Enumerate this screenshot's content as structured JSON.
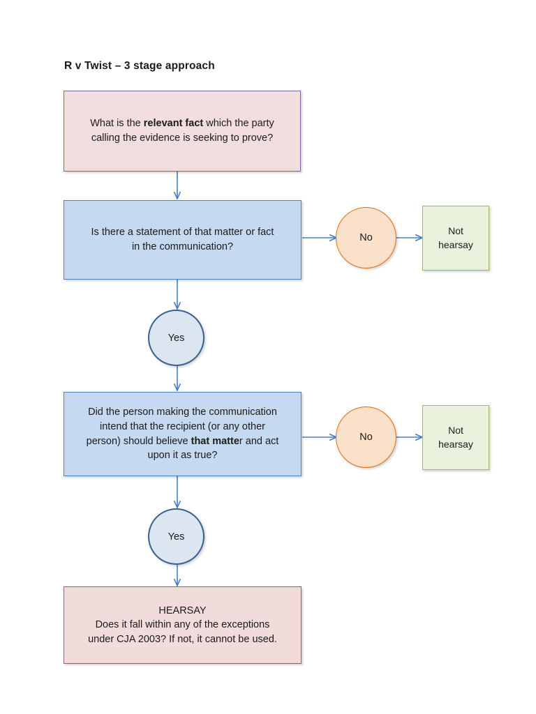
{
  "page": {
    "title": "R v Twist – 3 stage approach",
    "background_color": "#FFFFFF"
  },
  "colors": {
    "start_fill": "#F2DEDE",
    "start_border": "#8064A2",
    "question_fill": "#C5D9F1",
    "question_border": "#4F81BD",
    "hearsay_fill": "#F2DCDB",
    "hearsay_border": "#C0504D",
    "green_fill": "#EAF1DD",
    "green_border": "#9BBB59",
    "yes_fill": "#DCE6F1",
    "yes_border": "#376092",
    "no_fill": "#FBE0CA",
    "no_border": "#E36C0A",
    "connector": "#4A7EBB"
  },
  "nodes": {
    "start": {
      "line1_prefix": "What is the ",
      "line1_bold": "relevant fact",
      "line1_suffix": " which the party",
      "line2": "calling the evidence is seeking to prove?"
    },
    "question1": {
      "line1": "Is there a statement of that matter or fact",
      "line2": "in the communication?"
    },
    "question2": {
      "line1": "Did the person making the communication",
      "line2": "intend that the recipient (or any other",
      "line3_prefix": "person) should believe ",
      "line3_bold": "that matte",
      "line3_suffix": "r and act",
      "line4": "upon it as true?"
    },
    "hearsay": {
      "line1": "HEARSAY",
      "line2": "Does it fall within any of the exceptions",
      "line3": "under CJA 2003? If not, it cannot be used."
    },
    "yes1": {
      "label": "Yes"
    },
    "yes2": {
      "label": "Yes"
    },
    "no1": {
      "label": "No"
    },
    "no2": {
      "label": "No"
    },
    "not_hearsay1": {
      "line1": "Not",
      "line2": "hearsay"
    },
    "not_hearsay2": {
      "line1": "Not",
      "line2": "hearsay"
    }
  }
}
